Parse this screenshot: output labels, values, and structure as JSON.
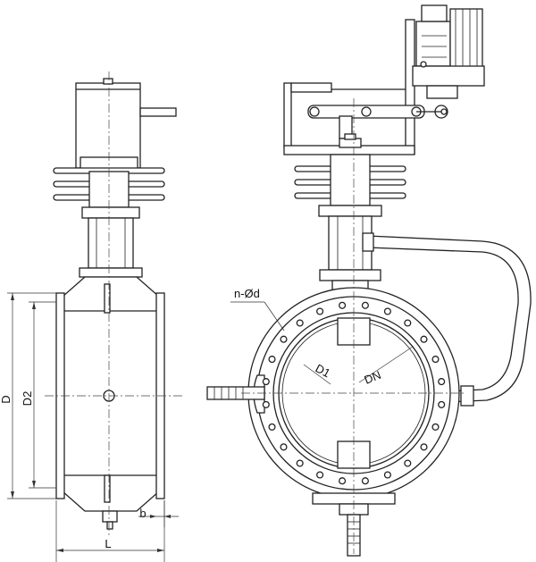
{
  "labels": {
    "D": "D",
    "D2": "D2",
    "L": "L",
    "b": "b",
    "nd": "n-Ød",
    "D1": "D1",
    "DN": "DN"
  }
}
